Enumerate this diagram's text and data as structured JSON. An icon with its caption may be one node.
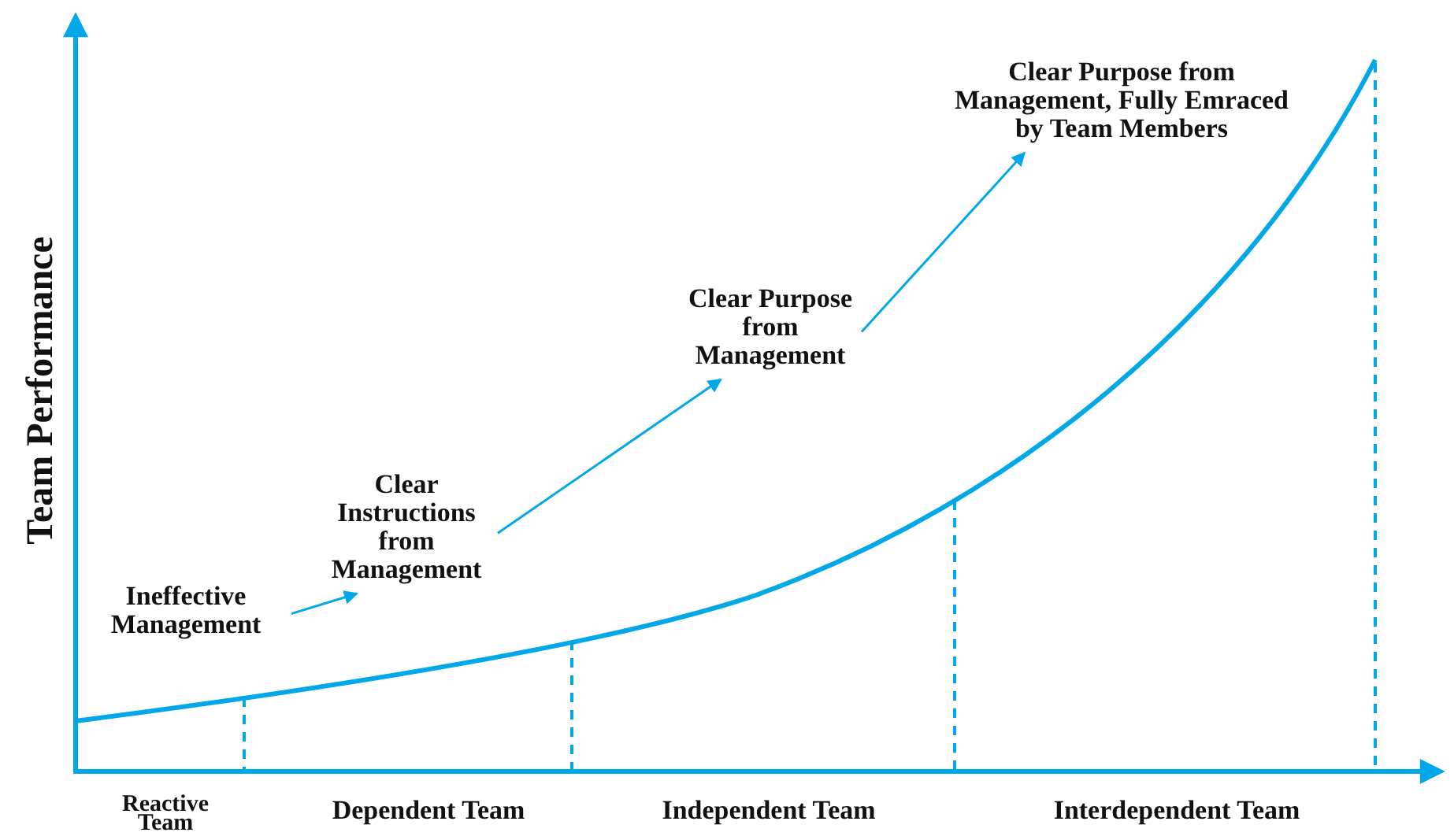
{
  "diagram": {
    "nodes": [
      {
        "text": [
          "Ineffective Management"
        ]
      },
      {
        "text": [
          "Clear Instructions from Management"
        ]
      },
      {
        "text": [
          "Clear Purpose from Management"
        ]
      },
      {
        "text": [
          "Clear Purpose from Management, Fully Emraced by Team Members"
        ]
      }
    ],
    "edges": [
      {
        "from": 0,
        "to": 1,
        "arrow": "to"
      },
      {
        "from": 1,
        "to": 2,
        "arrow": "to"
      },
      {
        "from": 2,
        "to": 3,
        "arrow": "to"
      }
    ],
    "labels": [
      "Team Performance",
      "Reactive Team",
      "Dependent Team",
      "Independent Team",
      "Interdependent Team"
    ]
  }
}
